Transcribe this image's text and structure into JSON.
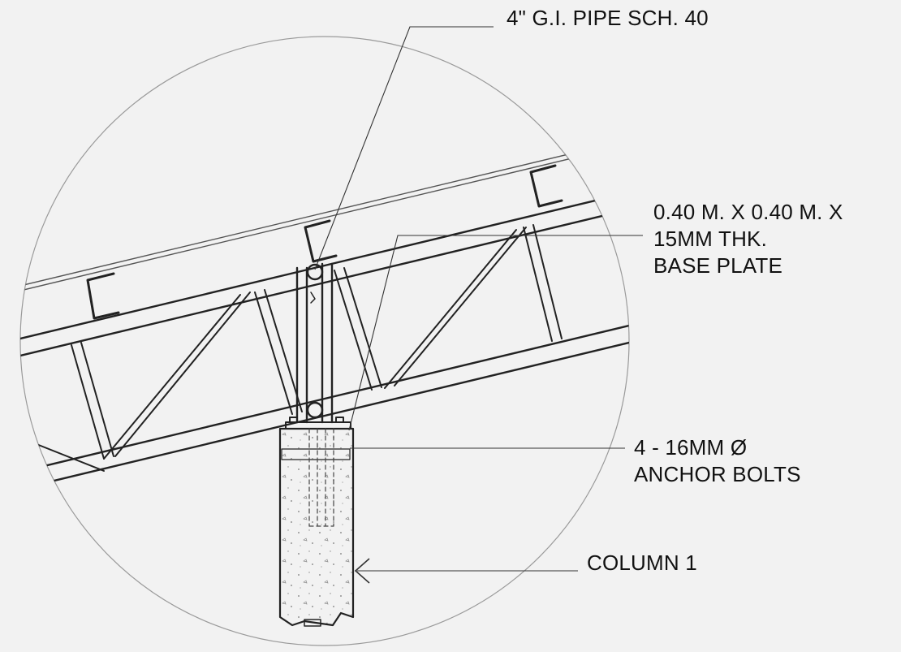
{
  "callouts": {
    "pipe": [
      "4\" G.I. PIPE SCH. 40"
    ],
    "base_plate": [
      "0.40 M. X 0.40 M. X",
      "15MM THK.",
      "BASE PLATE"
    ],
    "anchor_bolts": [
      "4 - 16MM Ø",
      "ANCHOR BOLTS"
    ],
    "column": [
      "COLUMN 1"
    ]
  },
  "colors": {
    "background": "#f2f2f2",
    "ink": "#222222"
  }
}
